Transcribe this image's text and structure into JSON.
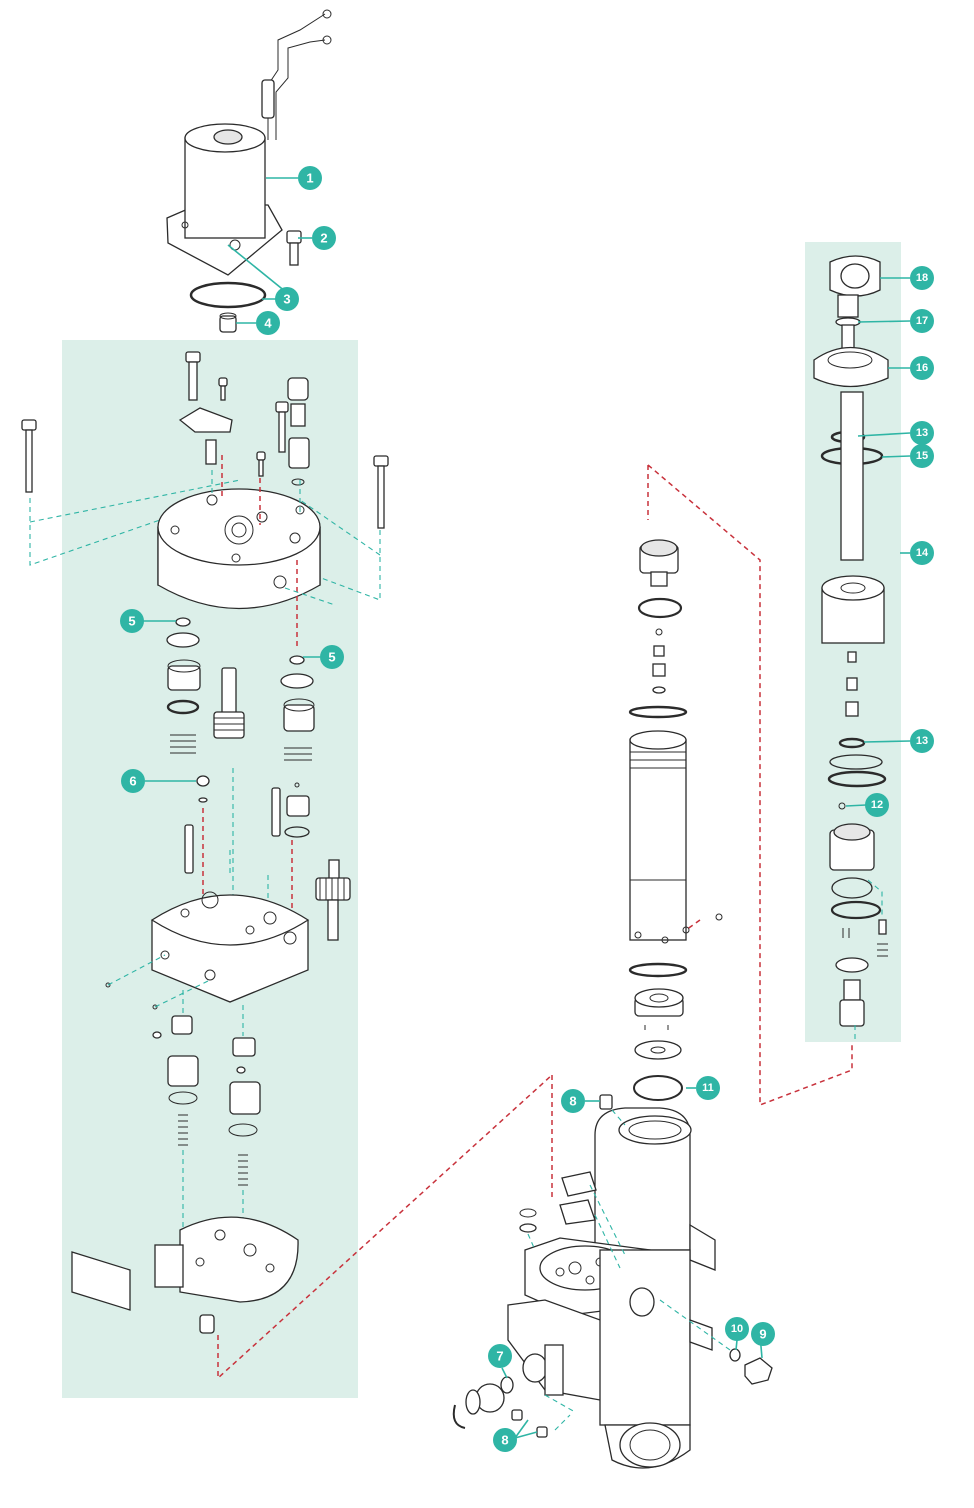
{
  "colors": {
    "callout": "#2fb5a5",
    "panel": "#dcefe9",
    "guide_teal": "#2fb5a5",
    "guide_red": "#c8323c",
    "line": "#2b2b2b"
  },
  "callouts": {
    "c1": "1",
    "c2": "2",
    "c3": "3",
    "c4": "4",
    "c5a": "5",
    "c5b": "5",
    "c6": "6",
    "c7": "7",
    "c8a": "8",
    "c8b": "8",
    "c9": "9",
    "c10": "10",
    "c11": "11",
    "c12": "12",
    "c13a": "13",
    "c13b": "13",
    "c14": "14",
    "c15": "15",
    "c16": "16",
    "c17": "17",
    "c18": "18"
  }
}
